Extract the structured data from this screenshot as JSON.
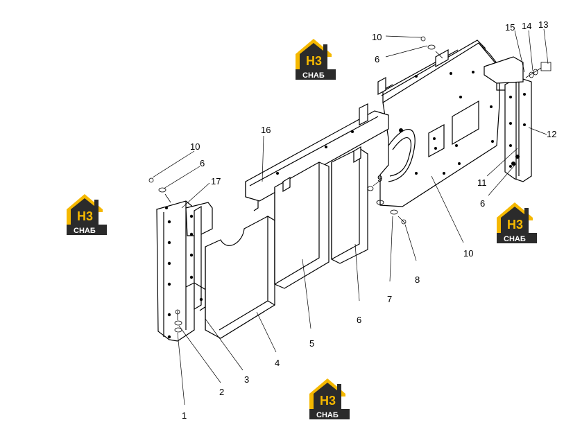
{
  "brand": {
    "mark": "H3",
    "name": "СНАБ",
    "accent": "#F5B800",
    "dark": "#2B2B2B"
  },
  "callouts": {
    "c1": "1",
    "c2": "2",
    "c3": "3",
    "c4": "4",
    "c5": "5",
    "c6a": "6",
    "c6b": "6",
    "c6c": "6",
    "c6d": "6",
    "c7": "7",
    "c8": "8",
    "c9": "9",
    "c10a": "10",
    "c10b": "10",
    "c10c": "10",
    "c11": "11",
    "c12": "12",
    "c13": "13",
    "c14": "14",
    "c15": "15",
    "c16": "16",
    "c17": "17"
  }
}
